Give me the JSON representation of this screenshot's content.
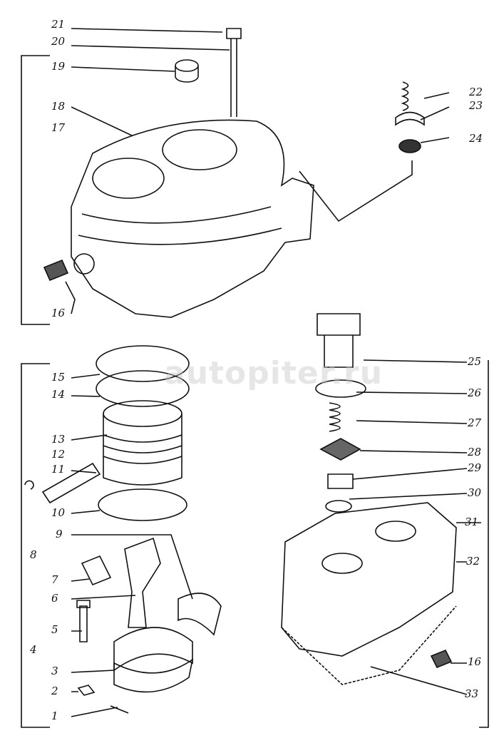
{
  "title": "Compressor exploded parts diagram",
  "watermark": "autopiter.ru",
  "callouts": [
    {
      "id": "21",
      "label": "21"
    },
    {
      "id": "20",
      "label": "20"
    },
    {
      "id": "19",
      "label": "19"
    },
    {
      "id": "18",
      "label": "18"
    },
    {
      "id": "17",
      "label": "17"
    },
    {
      "id": "16a",
      "label": "16"
    },
    {
      "id": "22",
      "label": "22"
    },
    {
      "id": "23",
      "label": "23"
    },
    {
      "id": "24",
      "label": "24"
    },
    {
      "id": "15",
      "label": "15"
    },
    {
      "id": "14",
      "label": "14"
    },
    {
      "id": "13",
      "label": "13"
    },
    {
      "id": "12",
      "label": "12"
    },
    {
      "id": "11",
      "label": "11"
    },
    {
      "id": "10",
      "label": "10"
    },
    {
      "id": "9",
      "label": "9"
    },
    {
      "id": "8",
      "label": "8"
    },
    {
      "id": "7",
      "label": "7"
    },
    {
      "id": "6",
      "label": "6"
    },
    {
      "id": "5",
      "label": "5"
    },
    {
      "id": "4",
      "label": "4"
    },
    {
      "id": "3",
      "label": "3"
    },
    {
      "id": "2",
      "label": "2"
    },
    {
      "id": "1",
      "label": "1"
    },
    {
      "id": "25",
      "label": "25"
    },
    {
      "id": "26",
      "label": "26"
    },
    {
      "id": "27",
      "label": "27"
    },
    {
      "id": "28",
      "label": "28"
    },
    {
      "id": "29",
      "label": "29"
    },
    {
      "id": "30",
      "label": "30"
    },
    {
      "id": "31",
      "label": "31"
    },
    {
      "id": "32",
      "label": "32"
    },
    {
      "id": "16b",
      "label": "16"
    },
    {
      "id": "33",
      "label": "33"
    }
  ]
}
